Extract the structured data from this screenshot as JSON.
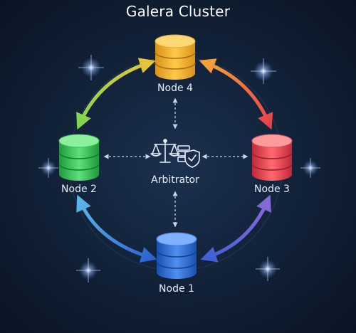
{
  "title": "Galera Cluster",
  "nodes": {
    "node4": {
      "label": "Node 4",
      "color": "#f2b33b"
    },
    "node2": {
      "label": "Node 2",
      "color": "#3fc35a"
    },
    "node3": {
      "label": "Node 3",
      "color": "#e5484f"
    },
    "node1": {
      "label": "Node 1",
      "color": "#2f6fd6"
    }
  },
  "arbitrator": {
    "label": "Arbitrator",
    "icon": "scales-server-shield-icon"
  },
  "links": [
    {
      "from": "node4",
      "to": "node3",
      "style": "solid-arc",
      "colors": [
        "#f4a33a",
        "#e8404c"
      ]
    },
    {
      "from": "node3",
      "to": "node1",
      "style": "solid-arc",
      "colors": [
        "#8c6ad8",
        "#3f5fd8"
      ]
    },
    {
      "from": "node1",
      "to": "node2",
      "style": "solid-arc",
      "colors": [
        "#2a62cf",
        "#5fb6e8"
      ]
    },
    {
      "from": "node2",
      "to": "node4",
      "style": "solid-arc",
      "colors": [
        "#7fd650",
        "#e6c53a"
      ]
    },
    {
      "from": "arbitrator",
      "to": "node4",
      "style": "dashed"
    },
    {
      "from": "arbitrator",
      "to": "node2",
      "style": "dashed"
    },
    {
      "from": "arbitrator",
      "to": "node3",
      "style": "dashed"
    },
    {
      "from": "arbitrator",
      "to": "node1",
      "style": "dashed"
    }
  ]
}
